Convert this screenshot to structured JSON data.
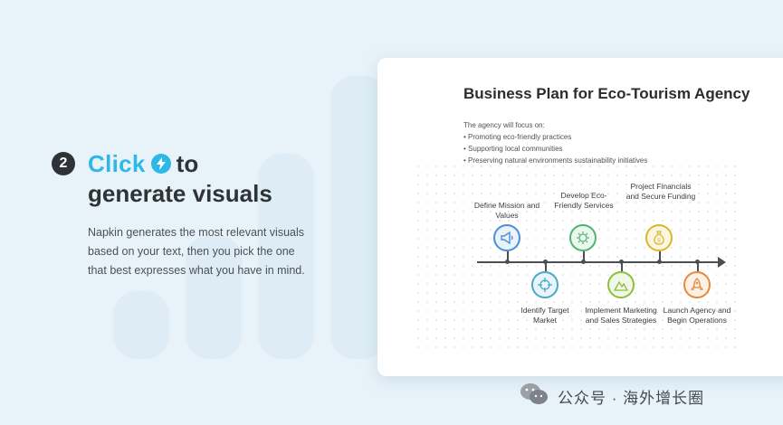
{
  "hero": {
    "step_number": "2",
    "click_word": "Click",
    "to_word": "to",
    "headline_line2": "generate visuals",
    "description": "Napkin generates the most relevant visuals based on your text, then you pick the one that best expresses what you have in mind."
  },
  "card": {
    "title": "Business Plan for Eco-Tourism Agency",
    "intro": "The agency will focus on:",
    "bullets": [
      "Promoting eco-friendly practices",
      "Supporting local communities",
      "Preserving natural environments sustainability initiatives"
    ],
    "milestones": [
      {
        "label": "Define Mission and Values",
        "position": "above",
        "icon": "megaphone-icon",
        "color": "#4d8fd6"
      },
      {
        "label": "Identify Target Market",
        "position": "below",
        "icon": "target-icon",
        "color": "#4aa8c9"
      },
      {
        "label": "Develop Eco-Friendly Services",
        "position": "above",
        "icon": "eco-gear-icon",
        "color": "#4fb56e"
      },
      {
        "label": "Implement Marketing and Sales Strategies",
        "position": "below",
        "icon": "mountain-icon",
        "color": "#8bbf3d"
      },
      {
        "label": "Project Financials and Secure Funding",
        "position": "above",
        "icon": "money-bag-icon",
        "color": "#d9b92b"
      },
      {
        "label": "Launch Agency and Begin Operations",
        "position": "below",
        "icon": "rocket-icon",
        "color": "#e58a3c"
      }
    ]
  },
  "watermark": {
    "text": "公众号 · 海外增长圈",
    "icon": "wechat-icon"
  }
}
